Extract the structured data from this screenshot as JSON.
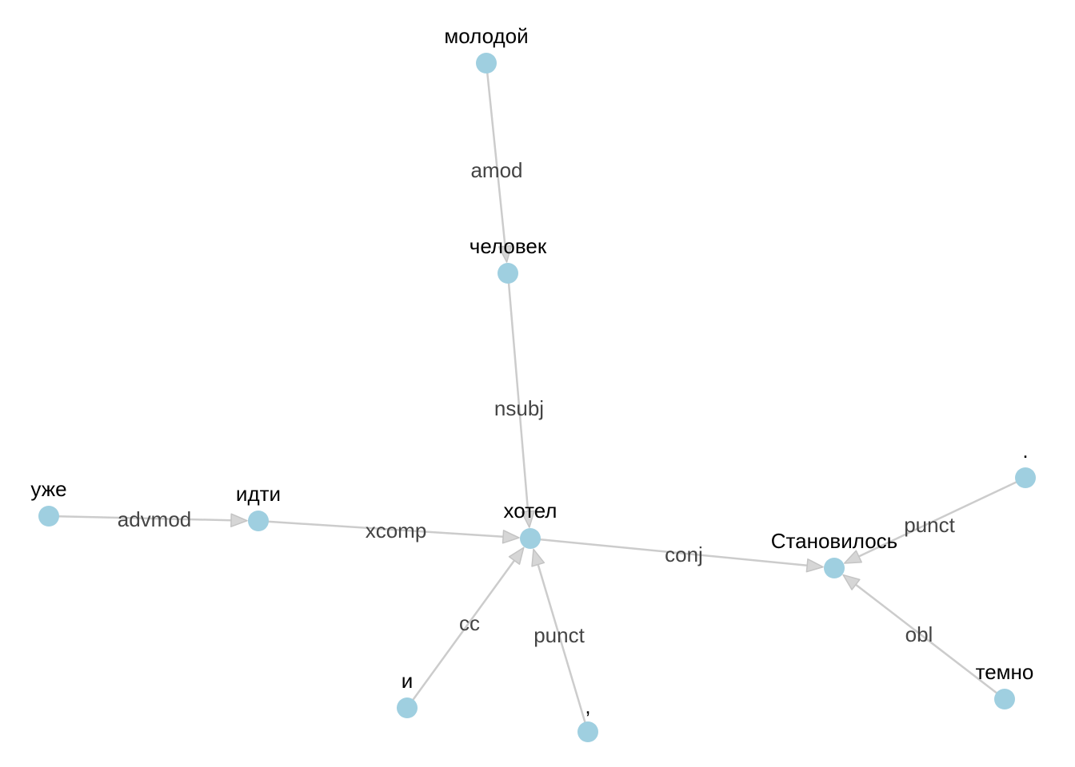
{
  "graph": {
    "node_color": "#9fcfe0",
    "edge_color": "#cccccc",
    "nodes": [
      {
        "id": "molodoy",
        "label": "молодой"
      },
      {
        "id": "chelovek",
        "label": "человек"
      },
      {
        "id": "khotel",
        "label": "хотел"
      },
      {
        "id": "uzhe",
        "label": "уже"
      },
      {
        "id": "idti",
        "label": "идти"
      },
      {
        "id": "i",
        "label": "и"
      },
      {
        "id": "comma",
        "label": ","
      },
      {
        "id": "stanovilos",
        "label": "Становилось"
      },
      {
        "id": "period",
        "label": "."
      },
      {
        "id": "temno",
        "label": "темно"
      }
    ],
    "edges": [
      {
        "source": "molodoy",
        "target": "chelovek",
        "label": "amod"
      },
      {
        "source": "chelovek",
        "target": "khotel",
        "label": "nsubj"
      },
      {
        "source": "uzhe",
        "target": "idti",
        "label": "advmod"
      },
      {
        "source": "idti",
        "target": "khotel",
        "label": "xcomp"
      },
      {
        "source": "i",
        "target": "khotel",
        "label": "cc"
      },
      {
        "source": "comma",
        "target": "khotel",
        "label": "punct"
      },
      {
        "source": "khotel",
        "target": "stanovilos",
        "label": "conj"
      },
      {
        "source": "period",
        "target": "stanovilos",
        "label": "punct"
      },
      {
        "source": "temno",
        "target": "stanovilos",
        "label": "obl"
      }
    ]
  }
}
